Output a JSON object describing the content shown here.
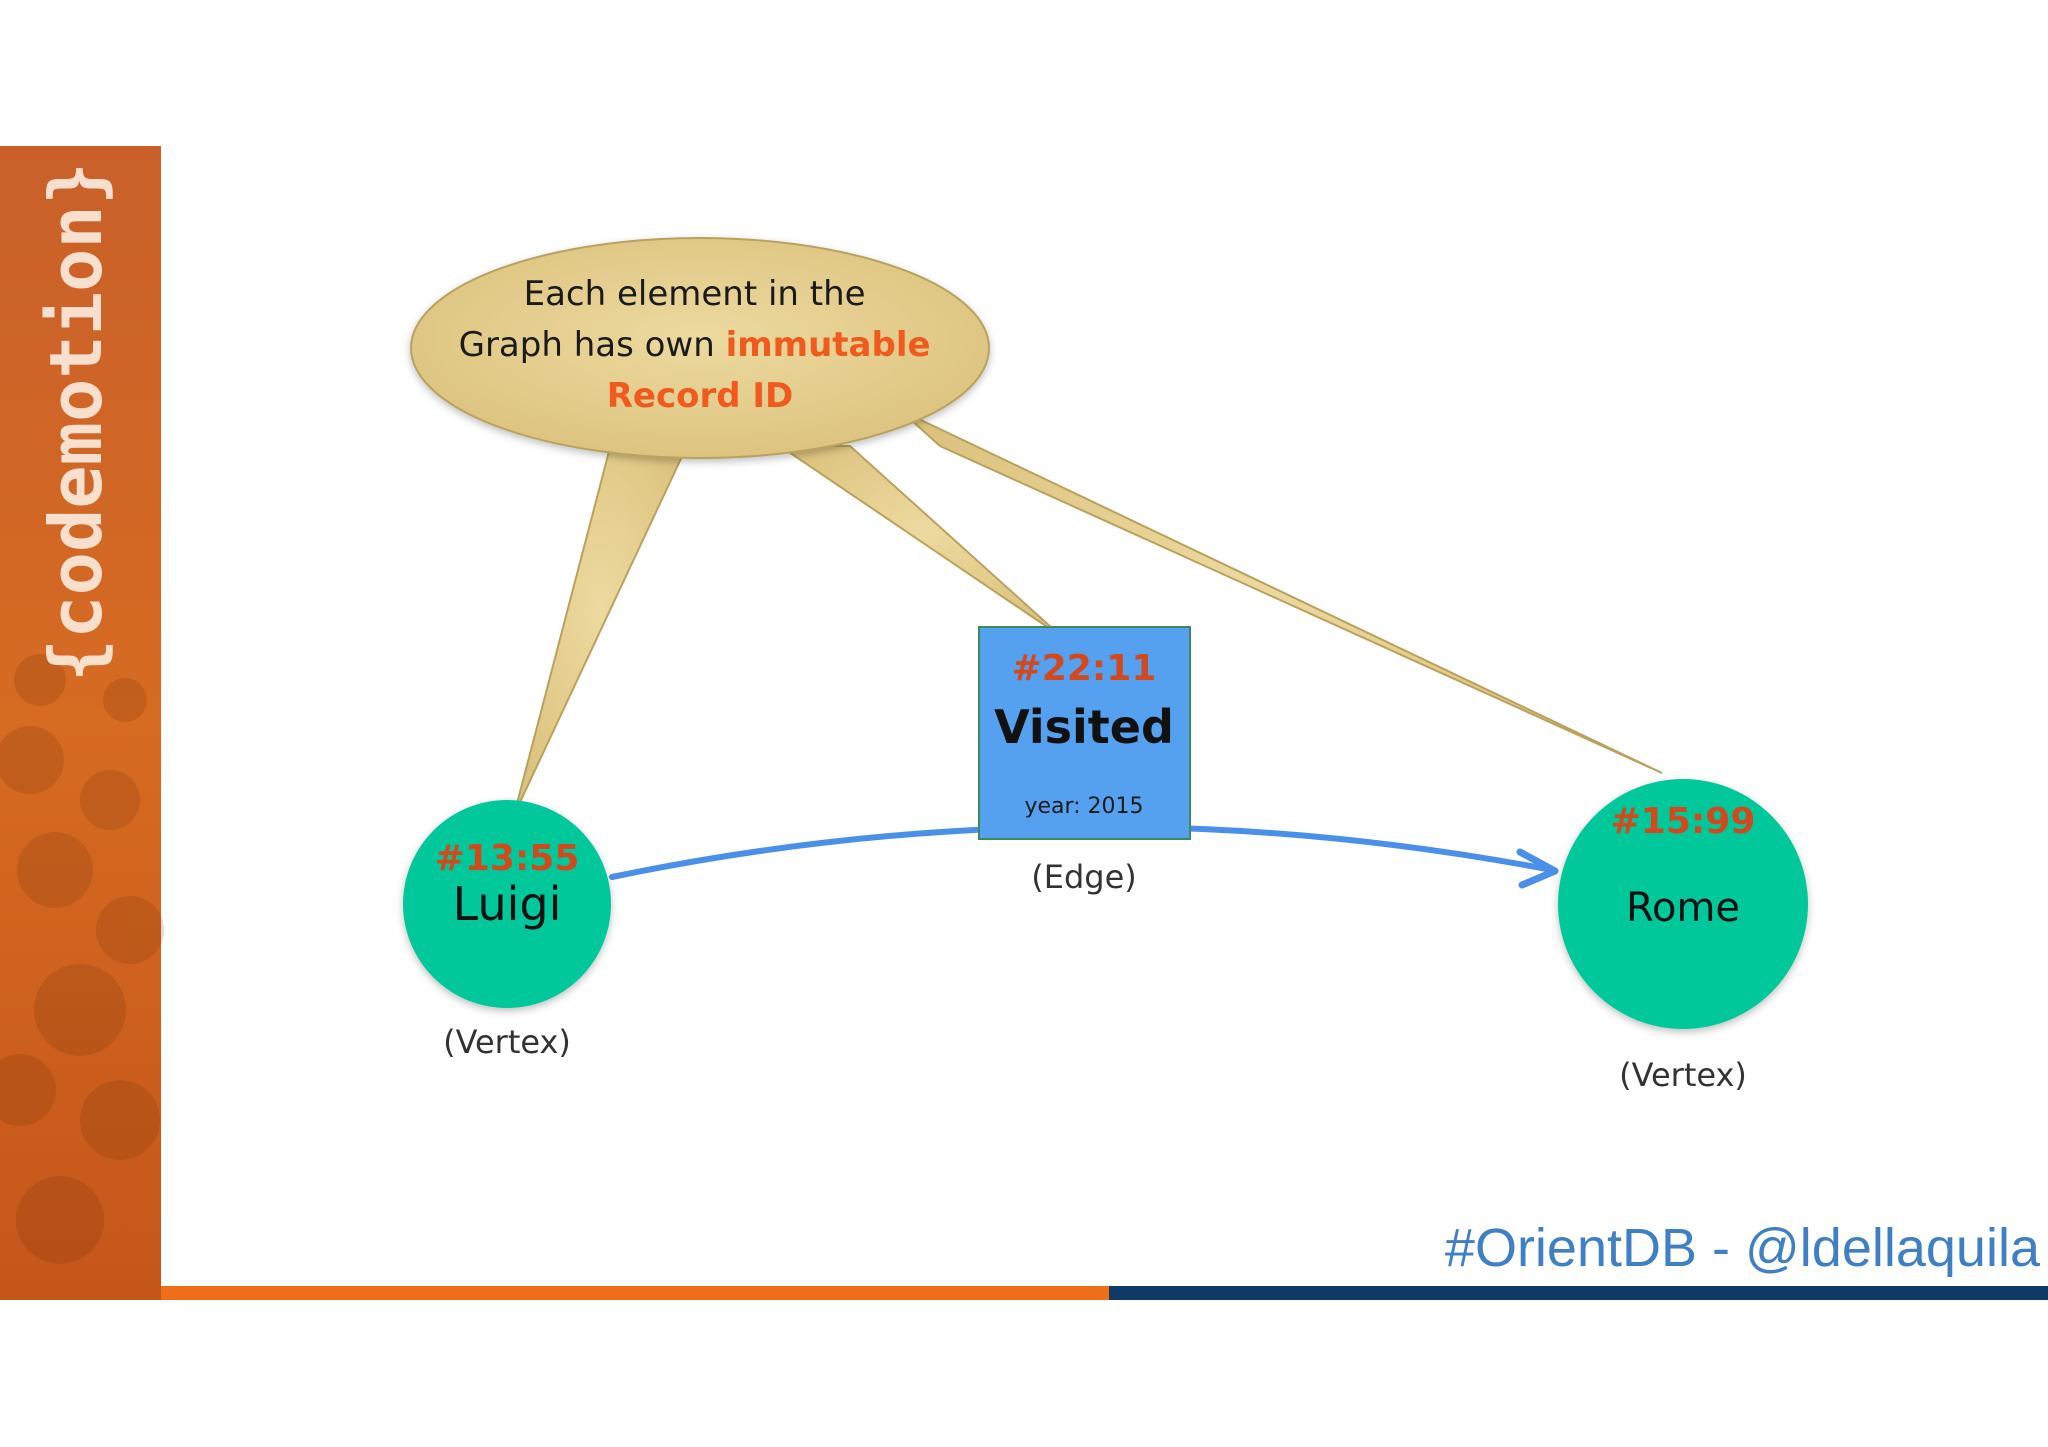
{
  "slide": {
    "colors": {
      "sidebar": "#d96a1c",
      "bottom_bar_left": "#ef6e1a",
      "bottom_bar_right": "#0f3a66",
      "callout_fill": "#e8d08f",
      "callout_stroke": "#b9a25e",
      "vertex_fill": "#03c89a",
      "edge_fill": "#56a0f0",
      "edge_arrow": "#4a90e8",
      "record_id": "#d2491d",
      "highlight": "#ef5a1f",
      "text": "#1b1b1b",
      "handle": "#3f7fc4"
    },
    "sidebar_logo": "{codemotion}",
    "callout": {
      "line1": "Each element in the",
      "line2_prefix": "Graph has own ",
      "line2_highlight": "immutable",
      "line3_highlight": "Record ID"
    },
    "vertex_left": {
      "record_id": "#13:55",
      "name": "Luigi",
      "type_label": "(Vertex)"
    },
    "edge": {
      "record_id": "#22:11",
      "name": "Visited",
      "property": "year: 2015",
      "type_label": "(Edge)"
    },
    "vertex_right": {
      "record_id": "#15:99",
      "name": "Rome",
      "type_label": "(Vertex)"
    },
    "footer_handle": "#OrientDB - @ldellaquila"
  }
}
